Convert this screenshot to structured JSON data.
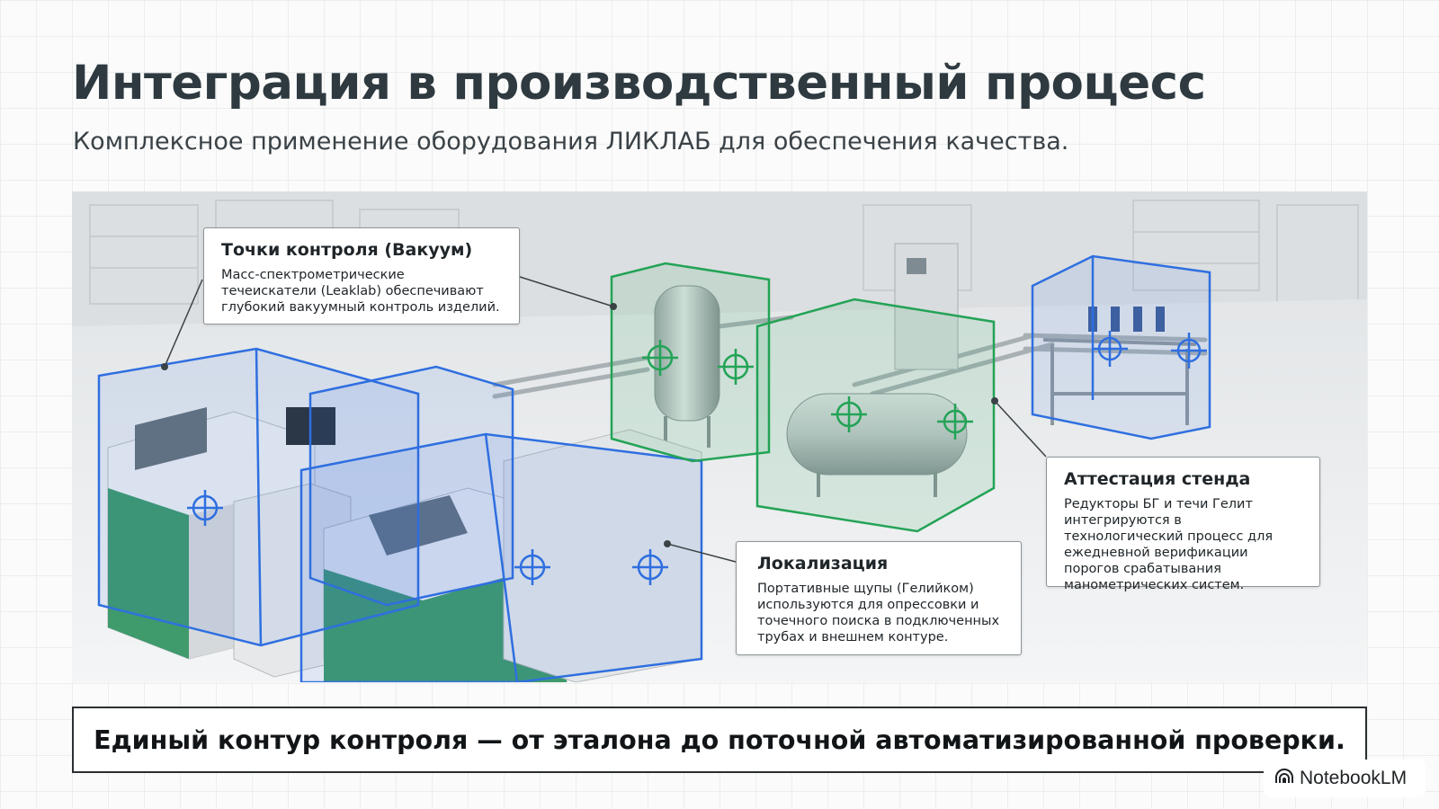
{
  "header": {
    "title": "Интеграция в производственный процесс",
    "subtitle": "Комплексное применение оборудования ЛИКЛАБ для обеспечения качества."
  },
  "callouts": {
    "vacuum": {
      "title": "Точки контроля (Вакуум)",
      "text": "Масс-спектрометрические течеискатели (Leaklab) обеспечивают глубокий вакуумный контроль изделий."
    },
    "attestation": {
      "title": "Аттестация стенда",
      "text": "Редукторы БГ и течи Гелит интегрируются в технологический процесс для ежедневной верификации порогов срабатывания манометрических систем."
    },
    "localization": {
      "title": "Локализация",
      "text": "Портативные щупы (Гелийком) используются для опрессовки и точечного поиска в подключенных трубах и внешнем контуре."
    }
  },
  "footer": {
    "text": "Единый контур контроля — от эталона до поточной автоматизированной проверки."
  },
  "brand": {
    "label": "NotebookLM",
    "icon": "notebooklm-logo-icon"
  },
  "colors": {
    "blue_highlight": "#2f6fe0",
    "green_highlight": "#23a356",
    "equipment_green": "#3f9a6c",
    "title": "#2e3a40"
  }
}
